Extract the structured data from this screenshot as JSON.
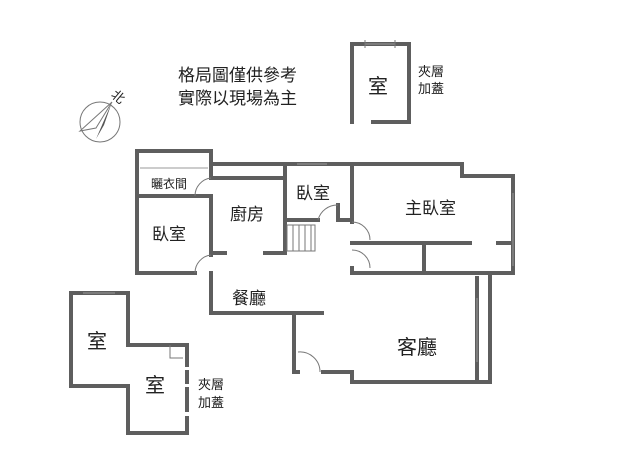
{
  "notice": {
    "line1": "格局圖僅供參考",
    "line2": "實際以現場為主"
  },
  "compass": {
    "label": "北",
    "icon": "north-arrow-icon"
  },
  "rooms": {
    "laundry": "曬衣間",
    "bedroom_left": "臥室",
    "kitchen": "廚房",
    "bedroom_small": "臥室",
    "master_bedroom": "主臥室",
    "dining": "餐廳",
    "living": "客廳",
    "loft_room_top": "室",
    "loft_room_left_a": "室",
    "loft_room_left_b": "室"
  },
  "annotations": {
    "loft_top_1": "夾層",
    "loft_top_2": "加蓋",
    "loft_bottom_1": "夾層",
    "loft_bottom_2": "加蓋"
  },
  "colors": {
    "wall": "#5e5e5e"
  }
}
